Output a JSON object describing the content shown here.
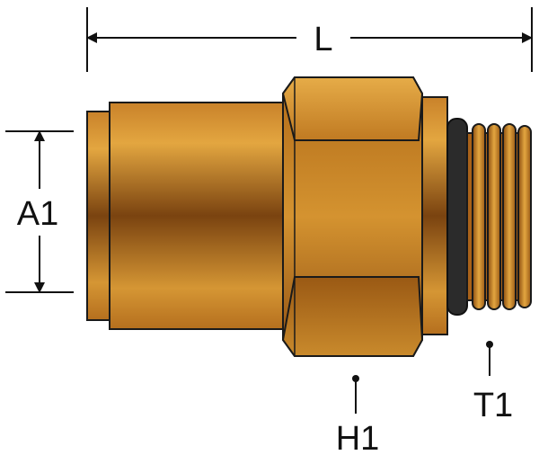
{
  "dimensions": {
    "length_label": "L",
    "tube_od_label": "A1",
    "hex_label": "H1",
    "thread_label": "T1"
  },
  "colors": {
    "brass_dark": "#6e3a08",
    "brass_mid": "#b9731d",
    "brass_light": "#e0a33a",
    "outline": "#1a1a1a",
    "o_ring": "#2b2b2b"
  }
}
